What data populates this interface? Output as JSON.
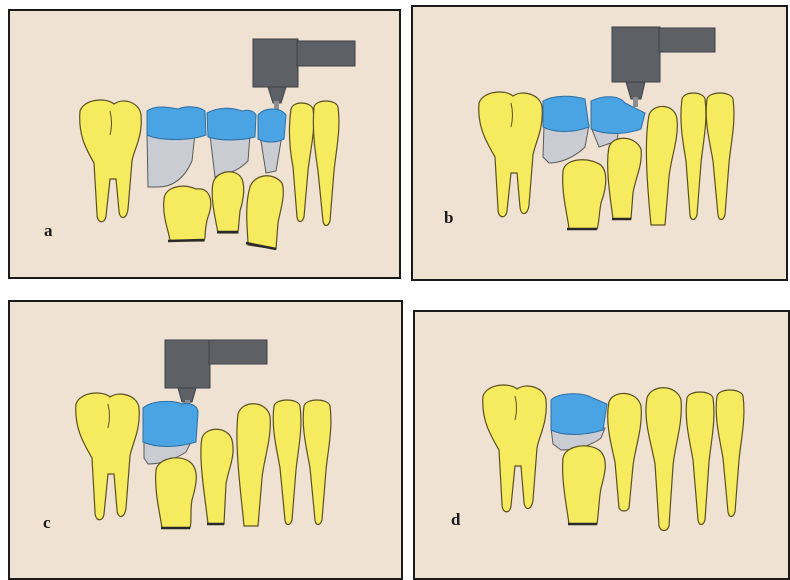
{
  "panels": [
    {
      "id": "a",
      "letter": "a"
    },
    {
      "id": "b",
      "letter": "b"
    },
    {
      "id": "c",
      "letter": "c"
    },
    {
      "id": "d",
      "letter": "d"
    }
  ],
  "colors": {
    "background": "#efe2d3",
    "tooth_fill": "#f6ea5e",
    "tooth_outline": "#5a5020",
    "aligner_blue": "#4aa3e2",
    "resorbed_root_gray": "#c9ccd3",
    "handpiece_gray": "#5d6166",
    "panel_border": "#1a1a1a"
  },
  "icons": {
    "handpiece": "dental-handpiece-icon",
    "tooth": "tooth-icon"
  }
}
